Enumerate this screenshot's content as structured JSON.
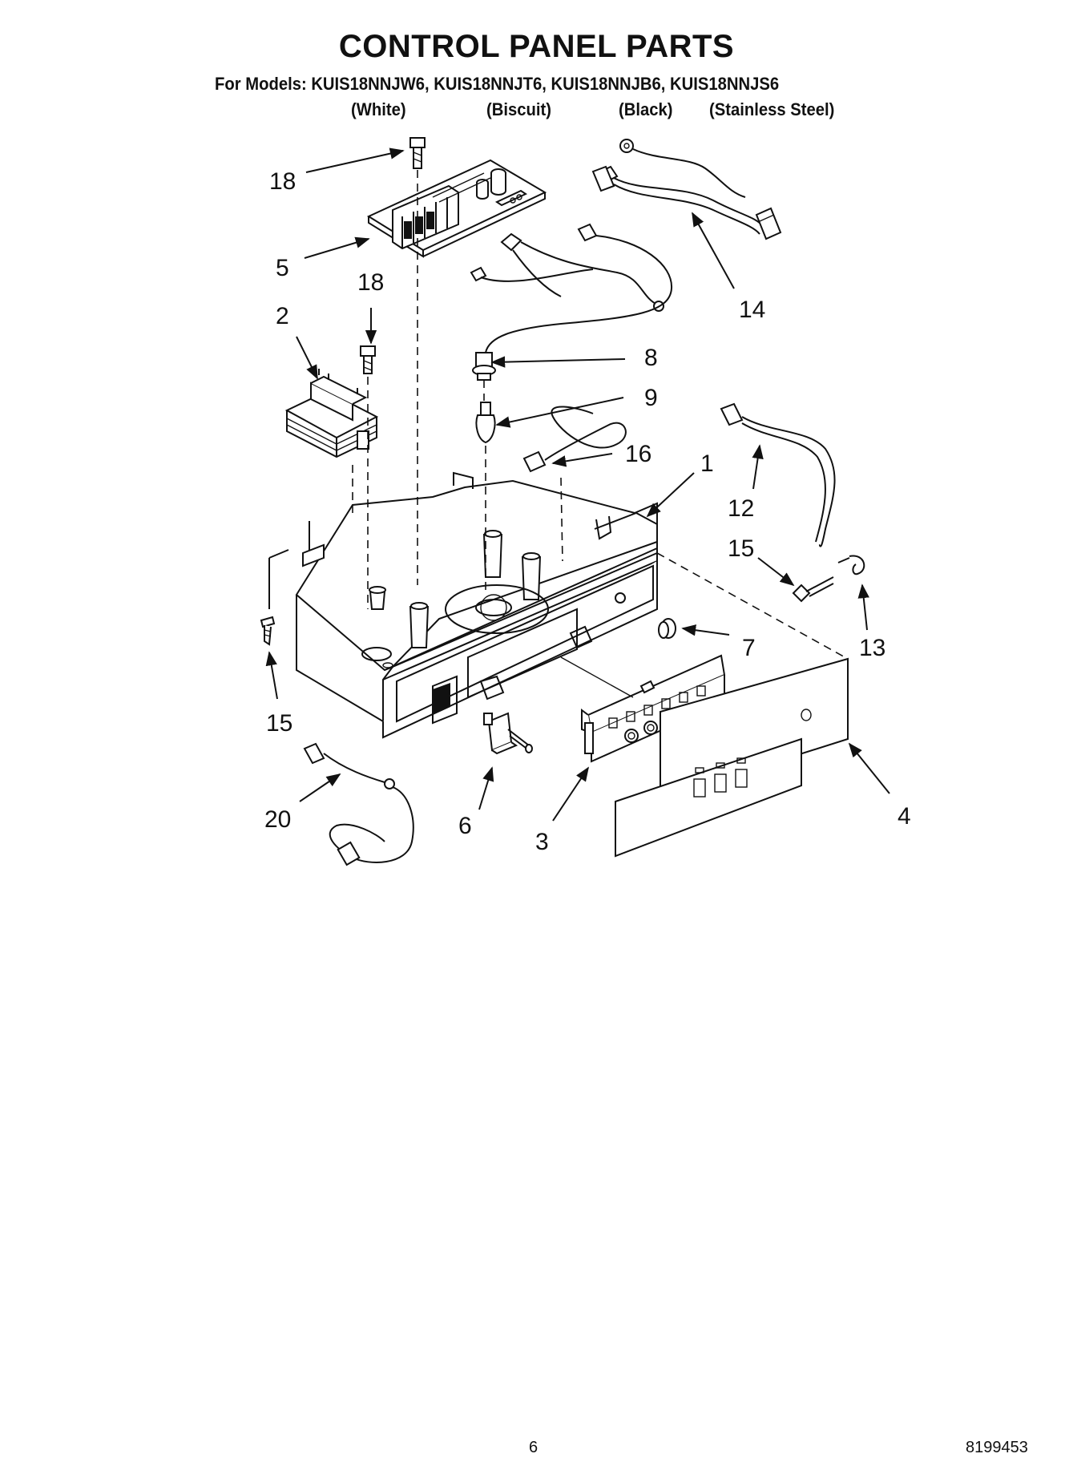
{
  "page": {
    "title": "CONTROL PANEL PARTS",
    "models_line": "For Models: KUIS18NNJW6, KUIS18NNJT6, KUIS18NNJB6, KUIS18NNJS6",
    "colors": [
      "(White)",
      "(Biscuit)",
      "(Black)",
      "(Stainless Steel)"
    ],
    "page_number": "6",
    "document_number": "8199453"
  },
  "callouts": [
    {
      "id": "c18a",
      "label": "18"
    },
    {
      "id": "c5",
      "label": "5"
    },
    {
      "id": "c18b",
      "label": "18"
    },
    {
      "id": "c2",
      "label": "2"
    },
    {
      "id": "c14",
      "label": "14"
    },
    {
      "id": "c8",
      "label": "8"
    },
    {
      "id": "c9",
      "label": "9"
    },
    {
      "id": "c16",
      "label": "16"
    },
    {
      "id": "c1",
      "label": "1"
    },
    {
      "id": "c12",
      "label": "12"
    },
    {
      "id": "c15a",
      "label": "15"
    },
    {
      "id": "c13",
      "label": "13"
    },
    {
      "id": "c7",
      "label": "7"
    },
    {
      "id": "c15b",
      "label": "15"
    },
    {
      "id": "c4",
      "label": "4"
    },
    {
      "id": "c20",
      "label": "20"
    },
    {
      "id": "c6",
      "label": "6"
    },
    {
      "id": "c3",
      "label": "3"
    }
  ]
}
